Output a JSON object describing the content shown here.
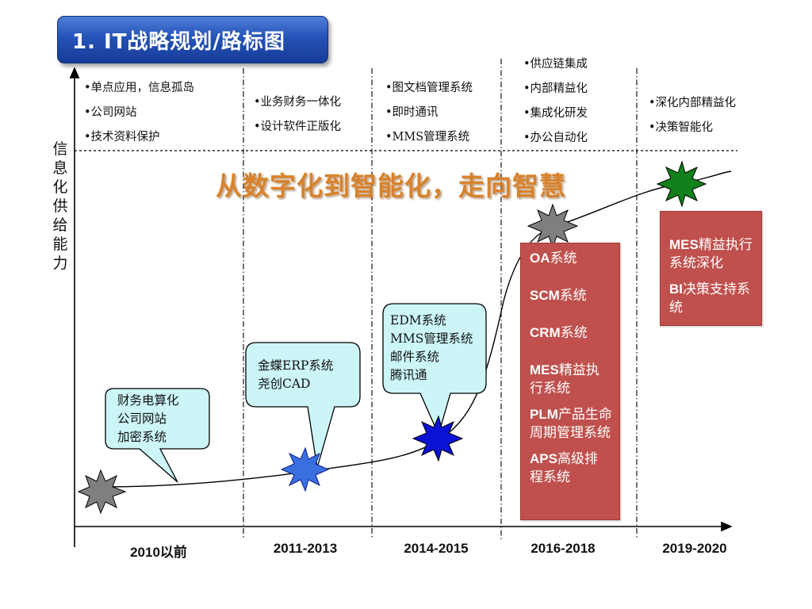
{
  "title": "1. IT战略规划/路标图",
  "y_axis_label": "信息化供给能力",
  "slogan": "从数字化到智能化，走向智慧",
  "periods": [
    "2010以前",
    "2011-2013",
    "2014-2015",
    "2016-2018",
    "2019-2020"
  ],
  "top_bullets": [
    [
      "•单点应用，信息孤岛",
      "•公司网站",
      "•技术资料保护"
    ],
    [
      "•业务财务一体化",
      "•设计软件正版化"
    ],
    [
      "•图文档管理系统",
      "•即时通讯",
      "•MMS管理系统"
    ],
    [
      "•供应链集成",
      "•内部精益化",
      "•集成化研发",
      "•办公自动化"
    ],
    [
      "•深化内部精益化",
      "•决策智能化"
    ]
  ],
  "callouts": [
    [
      "财务电算化",
      "公司网站",
      "加密系统"
    ],
    [
      "金蝶ERP系统",
      "尧创CAD"
    ],
    [
      "EDM系统",
      "MMS管理系统",
      "邮件系统",
      "腾讯通"
    ]
  ],
  "box_2016": [
    {
      "bold": "OA",
      "rest": "系统"
    },
    {
      "bold": "SCM",
      "rest": "系统"
    },
    {
      "bold": "CRM",
      "rest": "系统"
    },
    {
      "bold": "MES",
      "rest": "精益执行系统"
    },
    {
      "bold": "PLM",
      "rest": "产品生命周期管理系统"
    },
    {
      "bold": "APS",
      "rest": "高级排程系统"
    }
  ],
  "box_2019": [
    {
      "bold": "MES",
      "rest": "精益执行系统深化"
    },
    {
      "bold": "BI",
      "rest": "决策支持系统"
    }
  ],
  "colors": {
    "title_bg": "#2452b8",
    "slogan": "#d9822b",
    "red_box": "#c0504d",
    "callout_fill": "#ccf5f7",
    "star_gray": "#7f7f7f",
    "star_blue_light": "#3b6fe0",
    "star_blue_dark": "#0a12d6",
    "star_green": "#10801a"
  }
}
